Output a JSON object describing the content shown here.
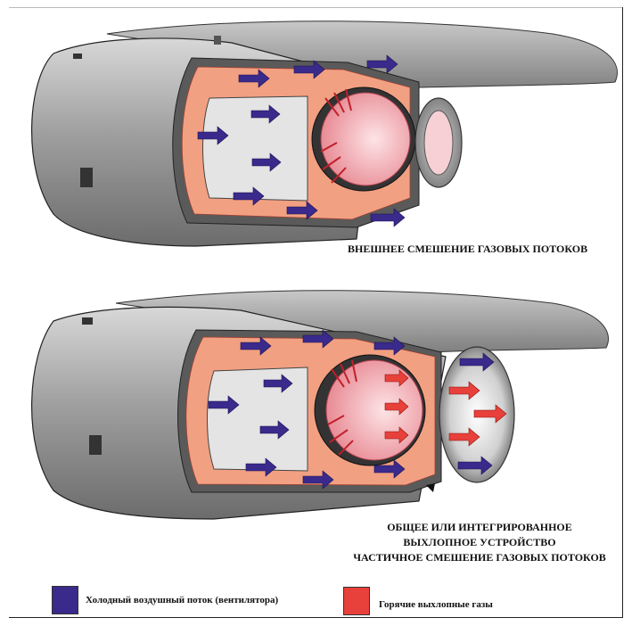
{
  "diagram": {
    "top": {
      "caption": "ВНЕШНЕЕ СМЕШЕНИЕ ГАЗОВЫХ ПОТОКОВ"
    },
    "bottom": {
      "caption_line1": "ОБЩЕЕ ИЛИ ИНТЕГРИРОВАННОЕ",
      "caption_line2": "ВЫХЛОПНОЕ УСТРОЙСТВО",
      "caption_line3": "ЧАСТИЧНОЕ СМЕШЕНИЕ ГАЗОВЫХ ПОТОКОВ"
    }
  },
  "legend": {
    "cold_label": "Холодный воздушный поток (вентилятора)",
    "hot_label": "Горячие выхлопные газы"
  },
  "colors": {
    "cold": "#3a2a8c",
    "hot": "#e8403a",
    "flow_path": "#f2a082",
    "nacelle": "#9a9a9a",
    "core": "#f4c4c8"
  }
}
